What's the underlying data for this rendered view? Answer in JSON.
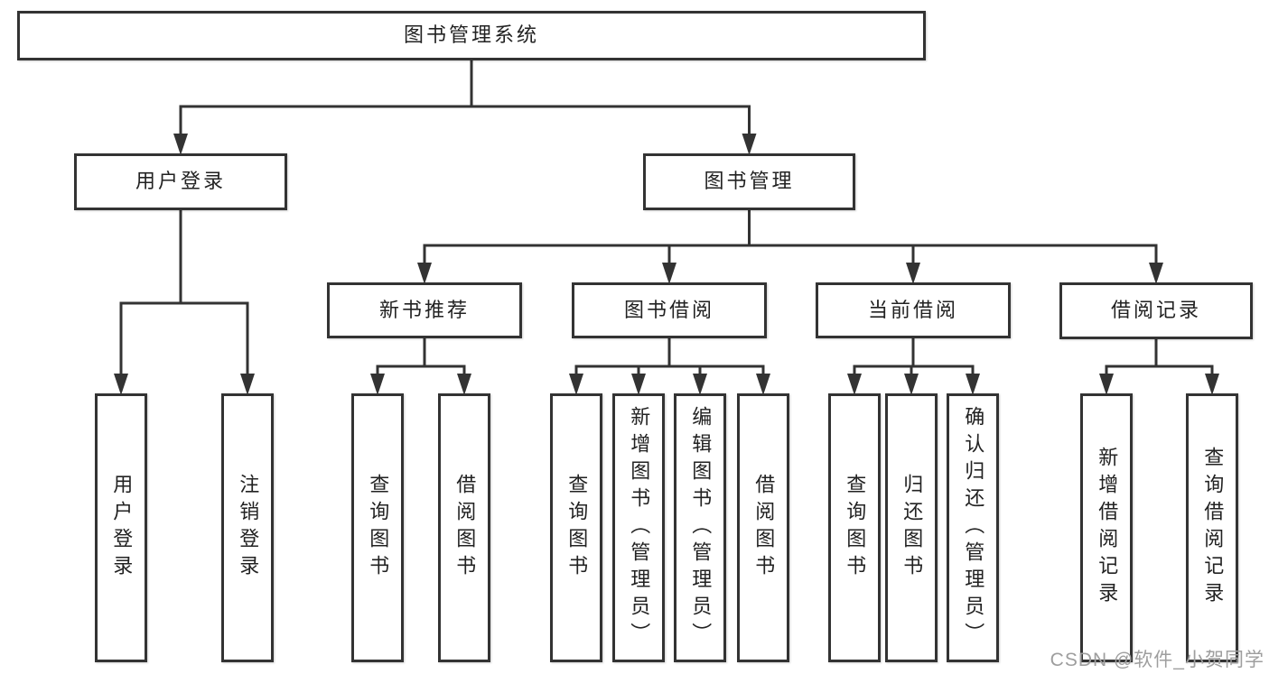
{
  "diagram_title": "图书管理系统",
  "colors": {
    "line": "#333333",
    "box_fill": "#ffffff",
    "text": "#222222",
    "watermark": "#9e9e9e",
    "background": "#ffffff"
  },
  "nodes": {
    "root": {
      "label": "图书管理系统"
    },
    "user_login": {
      "label": "用户登录"
    },
    "book_mgmt": {
      "label": "图书管理"
    },
    "new_book_rec": {
      "label": "新书推荐"
    },
    "book_borrow": {
      "label": "图书借阅"
    },
    "current_borrow": {
      "label": "当前借阅"
    },
    "borrow_record": {
      "label": "借阅记录"
    },
    "user_login_op": {
      "label": "用户登录"
    },
    "logout_op": {
      "label": "注销登录"
    },
    "nb_query": {
      "label": "查询图书"
    },
    "nb_borrow": {
      "label": "借阅图书"
    },
    "bb_query": {
      "label": "查询图书"
    },
    "bb_add": {
      "label": "新增图书（管理员）"
    },
    "bb_edit": {
      "label": "编辑图书（管理员）"
    },
    "bb_borrow": {
      "label": "借阅图书"
    },
    "cb_query": {
      "label": "查询图书"
    },
    "cb_return": {
      "label": "归还图书"
    },
    "cb_confirm": {
      "label": "确认归还（管理员）"
    },
    "br_add": {
      "label": "新增借阅记录"
    },
    "br_query": {
      "label": "查询借阅记录"
    }
  },
  "edges": [
    {
      "from": "root",
      "to": [
        "user_login",
        "book_mgmt"
      ]
    },
    {
      "from": "user_login",
      "to": [
        "user_login_op",
        "logout_op"
      ]
    },
    {
      "from": "book_mgmt",
      "to": [
        "new_book_rec",
        "book_borrow",
        "current_borrow",
        "borrow_record"
      ]
    },
    {
      "from": "new_book_rec",
      "to": [
        "nb_query",
        "nb_borrow"
      ]
    },
    {
      "from": "book_borrow",
      "to": [
        "bb_query",
        "bb_add",
        "bb_edit",
        "bb_borrow"
      ]
    },
    {
      "from": "current_borrow",
      "to": [
        "cb_query",
        "cb_return",
        "cb_confirm"
      ]
    },
    {
      "from": "borrow_record",
      "to": [
        "br_add",
        "br_query"
      ]
    }
  ],
  "watermark": {
    "text": "CSDN @软件_小贺同学"
  }
}
